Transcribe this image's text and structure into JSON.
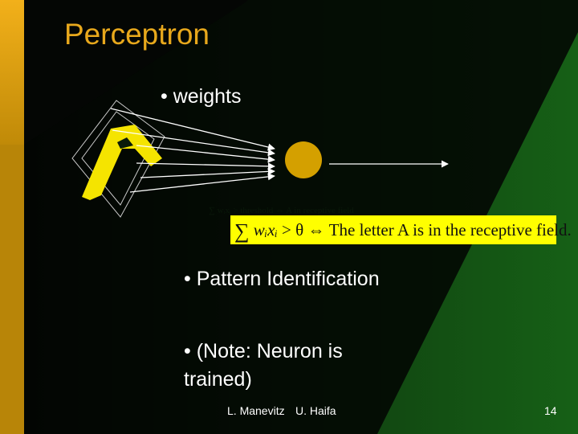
{
  "slide": {
    "title": "Perceptron",
    "bullets": {
      "weights": "• weights",
      "pattern": "• Pattern Identification",
      "note": "• (Note:  Neuron is trained)"
    },
    "formula": {
      "sum_symbol": "∑",
      "lhs": "wᵢxᵢ",
      "relation": " > θ ⇔ ",
      "text": "The letter A is in the receptive field."
    },
    "formula_ghost": "∑ wᵢxᵢ > threshold ⇔ A in receptive field",
    "footer": {
      "author": "L. Manevitz",
      "affiliation": "U. Haifa",
      "page": "14"
    },
    "colors": {
      "title": "#e8a81c",
      "background_dark": "#000000",
      "background_green": "#145214",
      "left_bar": "#c8960c",
      "neuron": "#d4a000",
      "letter_a": "#f5e400",
      "formula_highlight": "#ffff00"
    }
  }
}
